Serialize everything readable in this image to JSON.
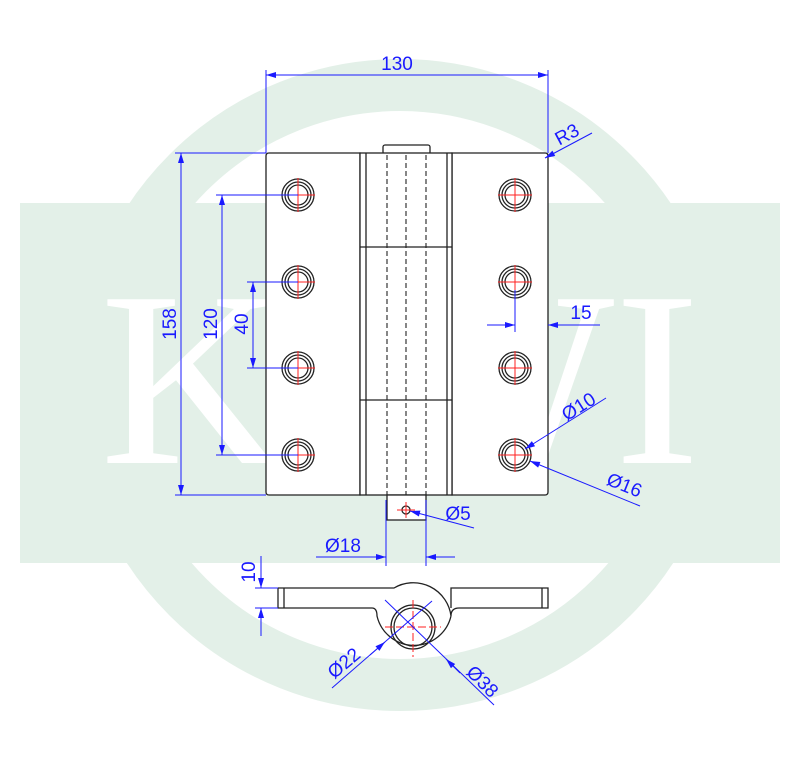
{
  "watermark": {
    "text": "KIWI",
    "color": "#e3f0e8"
  },
  "colors": {
    "outline": "#222222",
    "dimension": "#1a1aff",
    "centerline": "#ff2020"
  },
  "dimensions": {
    "overall_width": "130",
    "overall_height": "158",
    "hole_span": "120",
    "hole_pitch": "40",
    "edge_offset": "15",
    "corner_radius": "R3",
    "hole_inner_dia": "Ø10",
    "hole_outer_dia": "Ø16",
    "pin_hole_dia": "Ø5",
    "knuckle_dia": "Ø18",
    "leaf_thickness": "10",
    "bore_dia": "Ø22",
    "barrel_dia": "Ø38"
  }
}
